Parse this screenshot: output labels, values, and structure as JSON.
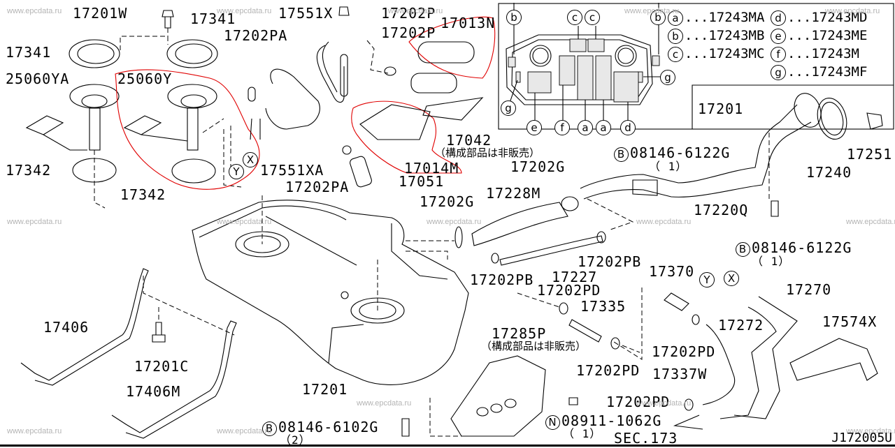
{
  "diagram": {
    "drawing_code": "J172005U",
    "section_ref": "SEC.173",
    "not_sold_note": "（構成部品は非販売）",
    "watermark": "www.epcdata.ru",
    "accent_color": "#e00000",
    "parts": [
      {
        "id": "17201W",
        "label": "17201W"
      },
      {
        "id": "17341-right",
        "label": "17341"
      },
      {
        "id": "17341-left",
        "label": "17341"
      },
      {
        "id": "17202PA-top",
        "label": "17202PA"
      },
      {
        "id": "17551X",
        "label": "17551X"
      },
      {
        "id": "17202P-1",
        "label": "17202P"
      },
      {
        "id": "17202P-2",
        "label": "17202P"
      },
      {
        "id": "17013N",
        "label": "17013N"
      },
      {
        "id": "25060YA",
        "label": "25060YA"
      },
      {
        "id": "25060Y",
        "label": "25060Y"
      },
      {
        "id": "17342-left",
        "label": "17342"
      },
      {
        "id": "17342-right",
        "label": "17342"
      },
      {
        "id": "17551XA",
        "label": "17551XA"
      },
      {
        "id": "17202PA-bottom",
        "label": "17202PA"
      },
      {
        "id": "17051",
        "label": "17051"
      },
      {
        "id": "17014M",
        "label": "17014M"
      },
      {
        "id": "17042",
        "label": "17042"
      },
      {
        "id": "17201-panel",
        "label": "17201"
      },
      {
        "id": "17202G-top",
        "label": "17202G"
      },
      {
        "id": "17202G-left",
        "label": "17202G"
      },
      {
        "id": "17228M",
        "label": "17228M"
      },
      {
        "id": "17220Q",
        "label": "17220Q"
      },
      {
        "id": "17240",
        "label": "17240"
      },
      {
        "id": "17251",
        "label": "17251"
      },
      {
        "id": "17202PB-right",
        "label": "17202PB"
      },
      {
        "id": "17202PB-left",
        "label": "17202PB"
      },
      {
        "id": "17227",
        "label": "17227"
      },
      {
        "id": "17202PD-1",
        "label": "17202PD"
      },
      {
        "id": "17335",
        "label": "17335"
      },
      {
        "id": "17370",
        "label": "17370"
      },
      {
        "id": "17270",
        "label": "17270"
      },
      {
        "id": "17272",
        "label": "17272"
      },
      {
        "id": "17574X",
        "label": "17574X"
      },
      {
        "id": "17202PD-2",
        "label": "17202PD"
      },
      {
        "id": "17202PD-3",
        "label": "17202PD"
      },
      {
        "id": "17337W",
        "label": "17337W"
      },
      {
        "id": "17202PD-4",
        "label": "17202PD"
      },
      {
        "id": "17285P",
        "label": "17285P"
      },
      {
        "id": "17406",
        "label": "17406"
      },
      {
        "id": "17201C",
        "label": "17201C"
      },
      {
        "id": "17406M",
        "label": "17406M"
      },
      {
        "id": "17201-tank",
        "label": "17201"
      }
    ],
    "bolts": [
      {
        "prefix": "B",
        "number": "08146-6122G",
        "qty": "（ 1）"
      },
      {
        "prefix": "B",
        "number": "08146-6122G",
        "qty": "（ 1）"
      },
      {
        "prefix": "B",
        "number": "08146-6102G",
        "qty": "（2）"
      },
      {
        "prefix": "N",
        "number": "08911-1062G",
        "qty": "（ 1）"
      }
    ],
    "connectors": {
      "x": "X",
      "y": "Y"
    },
    "legend": [
      {
        "key": "a",
        "value": "...17243MA"
      },
      {
        "key": "b",
        "value": "...17243MB"
      },
      {
        "key": "c",
        "value": "...17243MC"
      },
      {
        "key": "d",
        "value": "...17243MD"
      },
      {
        "key": "e",
        "value": "...17243ME"
      },
      {
        "key": "f",
        "value": "...17243M"
      },
      {
        "key": "g",
        "value": "...17243MF"
      }
    ],
    "inset_callouts": {
      "top": [
        "b",
        "c",
        "c",
        "b"
      ],
      "right": "g",
      "left": "g",
      "bottom": [
        "e",
        "f",
        "a",
        "a",
        "d"
      ]
    }
  }
}
